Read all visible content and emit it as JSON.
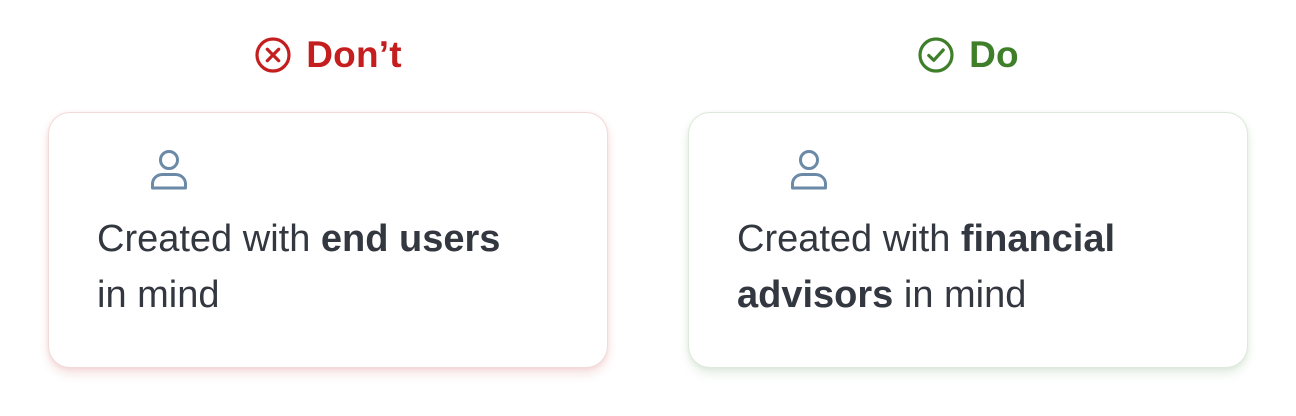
{
  "dont": {
    "heading": "Don’t",
    "heading_icon": "x-circle-icon",
    "heading_color": "#c41e1e",
    "card_icon": "user-icon",
    "text_before": "Created with ",
    "text_bold": "end users",
    "text_after": " in mind"
  },
  "do": {
    "heading": "Do",
    "heading_icon": "check-circle-icon",
    "heading_color": "#3f7f2a",
    "card_icon": "user-icon",
    "text_before": "Created with ",
    "text_bold": "financial advisors",
    "text_after": " in mind"
  }
}
